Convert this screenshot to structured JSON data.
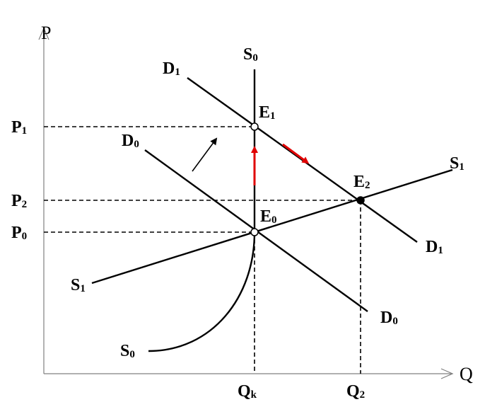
{
  "axes": {
    "y_label": "P",
    "x_label": "Q"
  },
  "curves": {
    "s0_top": {
      "main": "S",
      "sub": "0"
    },
    "s0_bottom": {
      "main": "S",
      "sub": "0"
    },
    "d1_top": {
      "main": "D",
      "sub": "1"
    },
    "d1_bottom": {
      "main": "D",
      "sub": "1"
    },
    "d0_top": {
      "main": "D",
      "sub": "0"
    },
    "d0_bottom": {
      "main": "D",
      "sub": "0"
    },
    "s1_left": {
      "main": "S",
      "sub": "1"
    },
    "s1_right": {
      "main": "S",
      "sub": "1"
    }
  },
  "points": {
    "e0": {
      "main": "E",
      "sub": "0"
    },
    "e1": {
      "main": "E",
      "sub": "1"
    },
    "e2": {
      "main": "E",
      "sub": "2"
    }
  },
  "prices": {
    "p1": {
      "main": "P",
      "sub": "1"
    },
    "p2": {
      "main": "P",
      "sub": "2"
    },
    "p0": {
      "main": "P",
      "sub": "0"
    }
  },
  "quantities": {
    "qk": {
      "main": "Q",
      "sub": "k"
    },
    "q2": {
      "main": "Q",
      "sub": "2"
    }
  },
  "colors": {
    "line": "#000000",
    "arrow_highlight": "#e00000"
  }
}
